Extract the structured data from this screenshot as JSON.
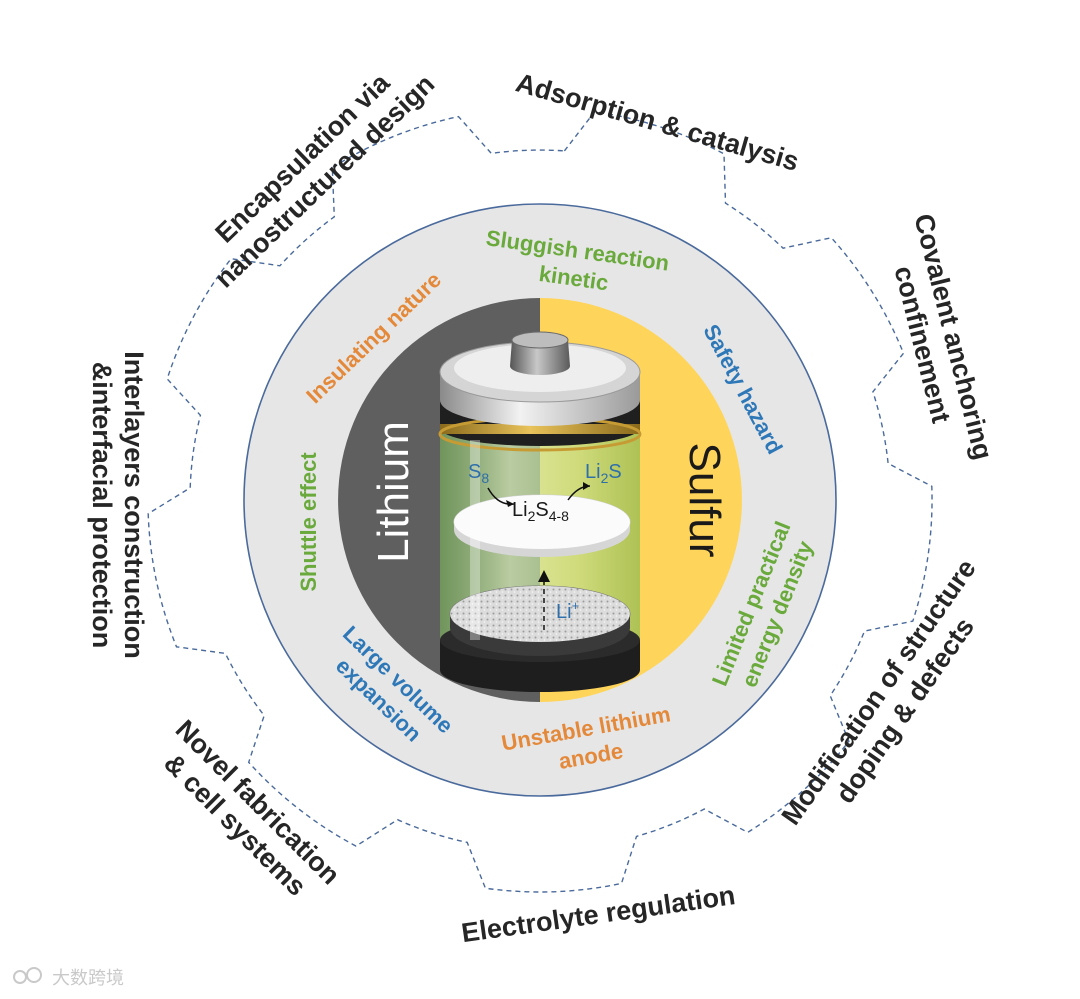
{
  "outer_strategies": [
    {
      "id": "encapsulation",
      "lines": [
        "Encapsulation via",
        "nanostructured design"
      ]
    },
    {
      "id": "adsorption",
      "lines": [
        "Adsorption & catalysis"
      ]
    },
    {
      "id": "covalent",
      "lines": [
        "Covalent anchoring",
        "confinement"
      ]
    },
    {
      "id": "modification",
      "lines": [
        "Modification of structure",
        "doping & defects"
      ]
    },
    {
      "id": "electrolyte",
      "lines": [
        "Electrolyte regulation"
      ]
    },
    {
      "id": "fabrication",
      "lines": [
        "Novel fabrication",
        "& cell systems"
      ]
    },
    {
      "id": "interlayers",
      "lines": [
        "Interlayers construction",
        "&interfacial protection"
      ]
    }
  ],
  "challenges": [
    {
      "id": "sluggish",
      "lines": [
        "Sluggish reaction",
        "kinetic"
      ],
      "color": "#6aaa3c"
    },
    {
      "id": "safety",
      "lines": [
        "Safety hazard"
      ],
      "color": "#2e78b8"
    },
    {
      "id": "limited",
      "lines": [
        "Limited practical",
        "energy density"
      ],
      "color": "#6aaa3c"
    },
    {
      "id": "unstable",
      "lines": [
        "Unstable lithium",
        "anode"
      ],
      "color": "#e4893a"
    },
    {
      "id": "volume",
      "lines": [
        "Large volume",
        "expansion"
      ],
      "color": "#2e78b8"
    },
    {
      "id": "shuttle",
      "lines": [
        "Shuttle effect"
      ],
      "color": "#6aaa3c"
    },
    {
      "id": "insulating",
      "lines": [
        "Insulating nature"
      ],
      "color": "#e4893a"
    }
  ],
  "electrodes": {
    "left": "Lithium",
    "right": "Sulfur"
  },
  "reaction": {
    "s8": {
      "main": "S",
      "sub": "8"
    },
    "li2s": {
      "pre": "Li",
      "sub": "2",
      "post": "S"
    },
    "li2s48": {
      "pre": "Li",
      "sub1": "2",
      "mid": "S",
      "sub2": "4-8"
    },
    "li_ion": {
      "main": "Li",
      "sup": "+"
    }
  },
  "watermark": "大数跨境",
  "colors": {
    "outer_text": "#262626",
    "gear_dash": "#4a6a9c",
    "ring_fill": "#e6e6e6",
    "ring_edge": "#4a6a9c",
    "lithium_gray": "#5f5f5f",
    "sulfur_yellow": "#ffd45a",
    "electrolyte_green": "#b9e08a"
  }
}
